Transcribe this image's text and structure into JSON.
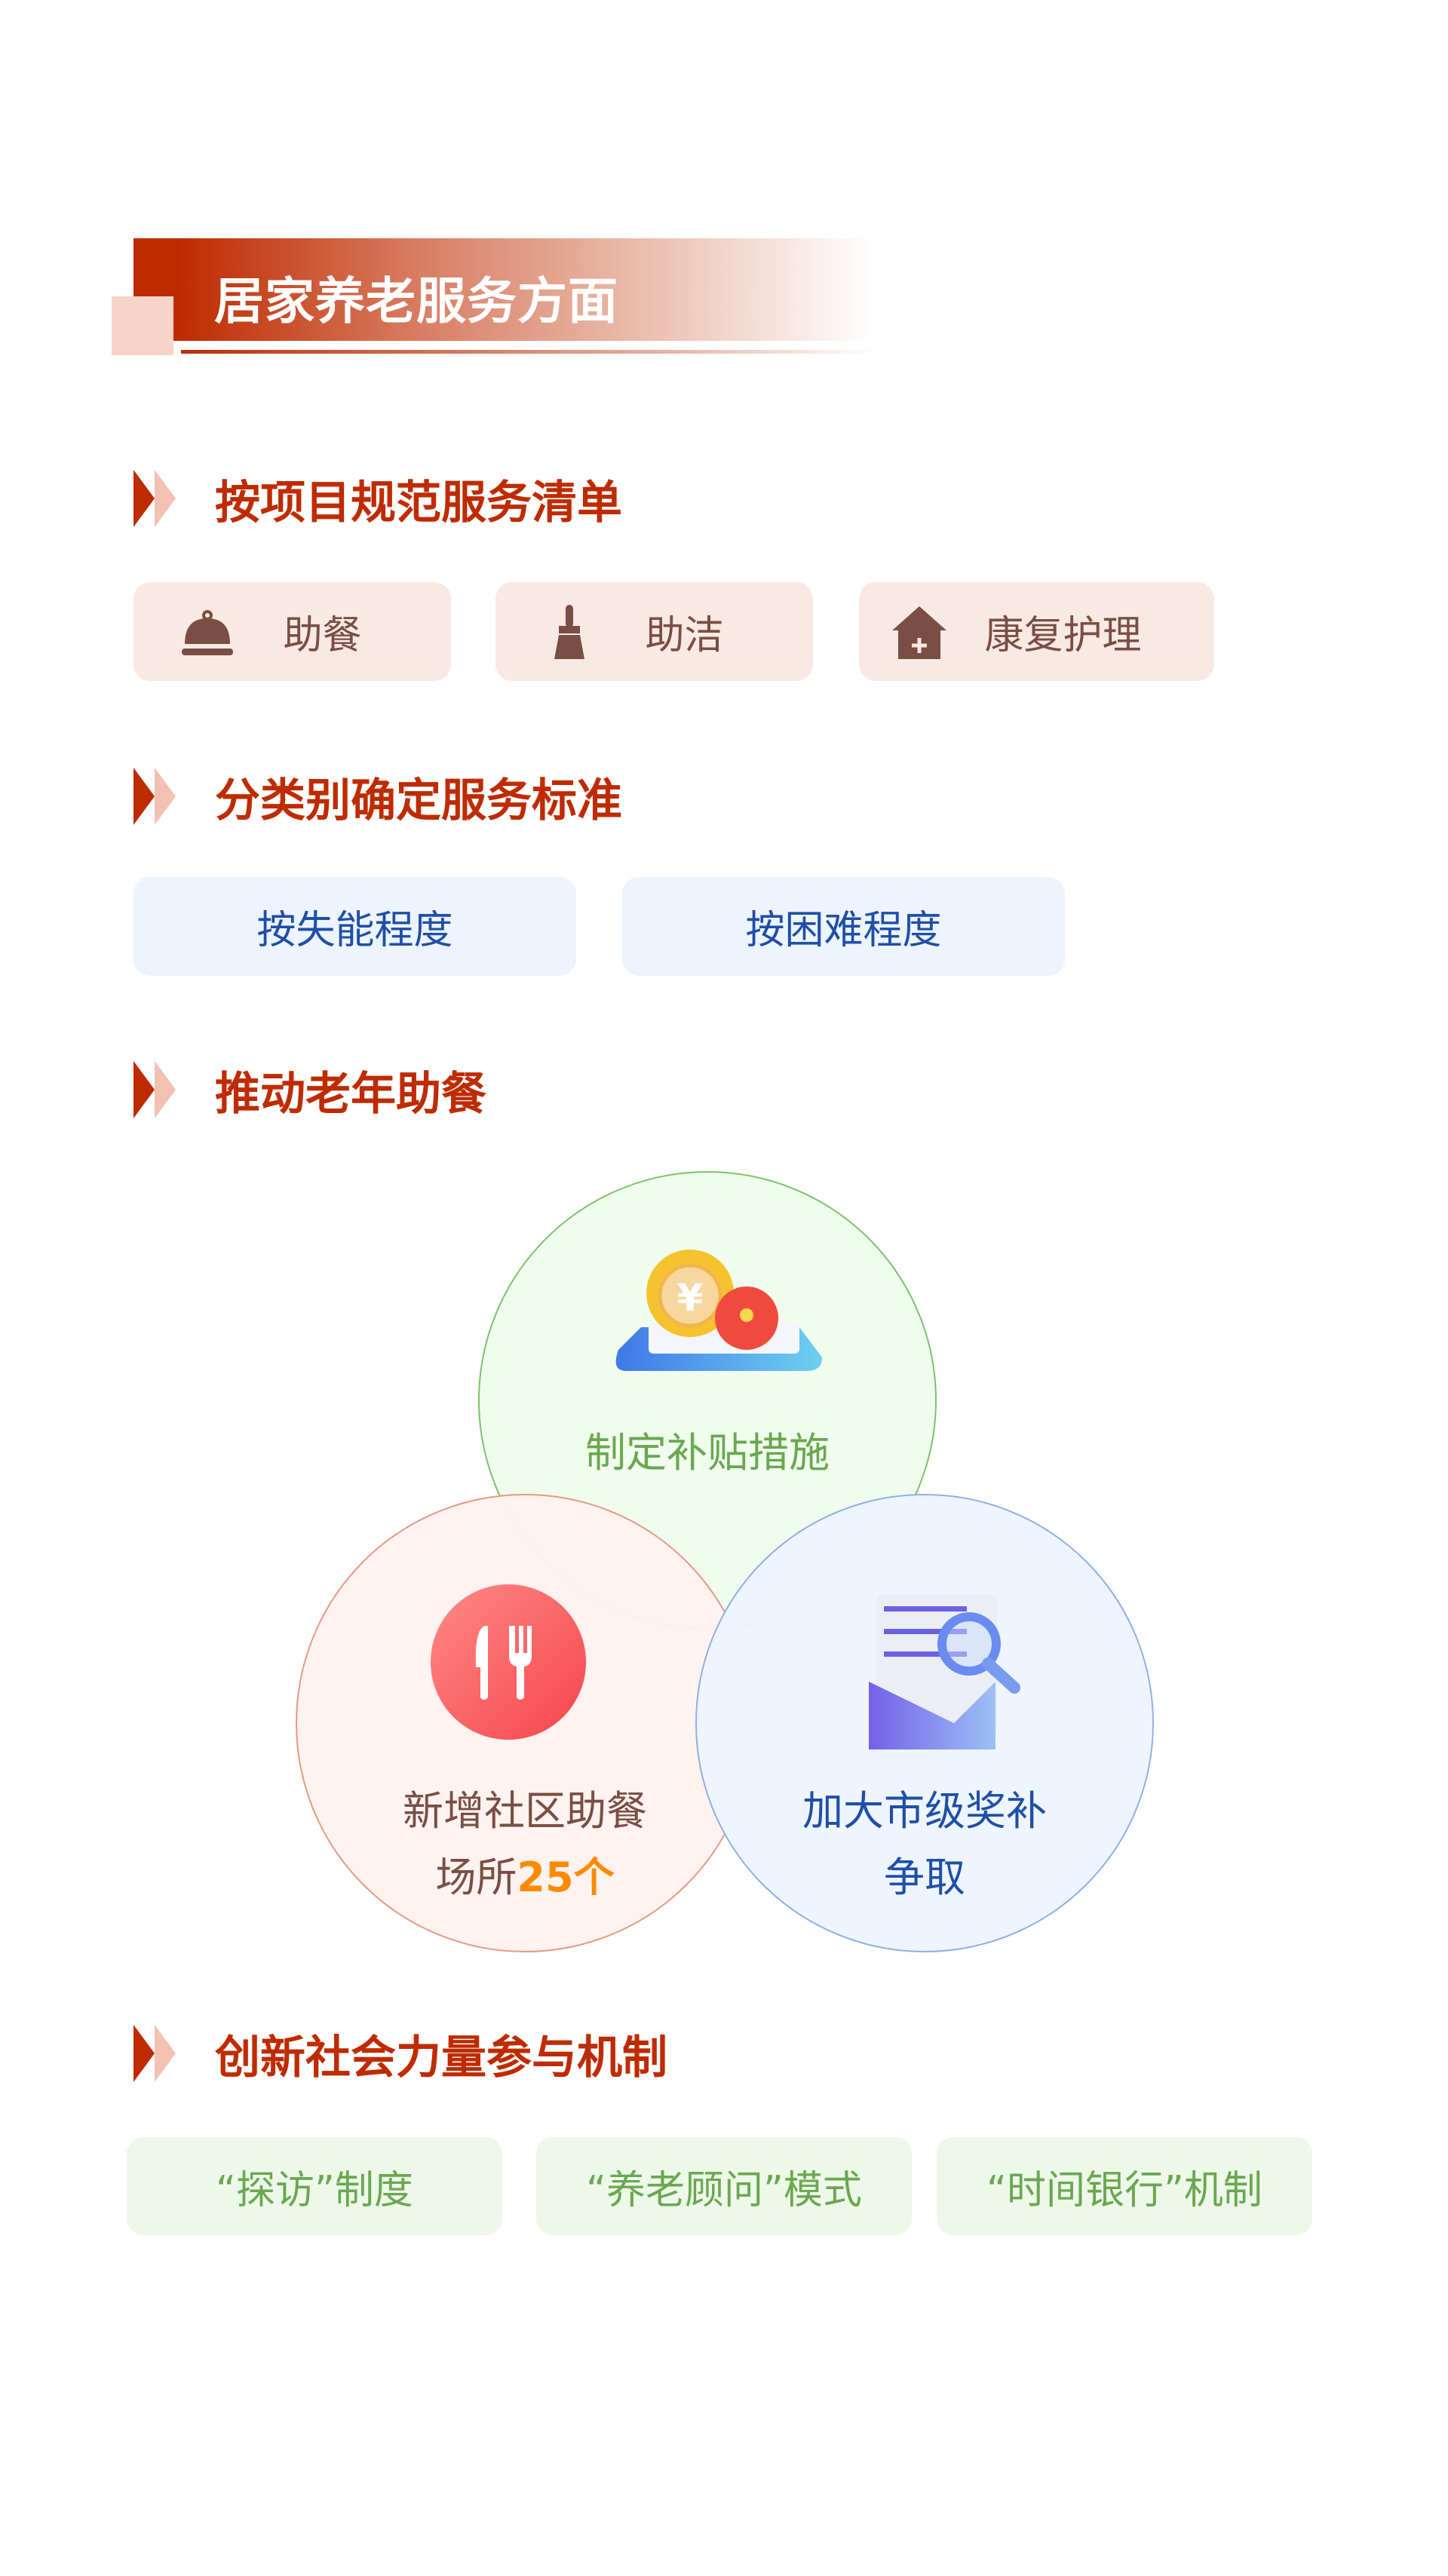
{
  "header": {
    "title": "居家养老服务方面"
  },
  "sections": [
    {
      "title": "按项目规范服务清单",
      "items": [
        {
          "label": "助餐",
          "icon": "cloche-icon"
        },
        {
          "label": "助洁",
          "icon": "broom-icon"
        },
        {
          "label": "康复护理",
          "icon": "house-plus-icon"
        }
      ]
    },
    {
      "title": "分类别确定服务标准",
      "items": [
        {
          "label": "按失能程度"
        },
        {
          "label": "按困难程度"
        }
      ]
    },
    {
      "title": "推动老年助餐",
      "circles": [
        {
          "label": "制定补贴措施",
          "icon": "subsidy-coin-icon"
        },
        {
          "line1": "新增社区助餐",
          "line2": "场所",
          "highlight": "25个",
          "icon": "knife-fork-icon"
        },
        {
          "line1": "加大市级奖补",
          "line2": "争取",
          "icon": "document-search-icon"
        }
      ]
    },
    {
      "title": "创新社会力量参与机制",
      "items": [
        {
          "label": "“探访”制度"
        },
        {
          "label": "“养老顾问”模式"
        },
        {
          "label": "“时间银行”机制"
        }
      ]
    }
  ],
  "colors": {
    "primary": "#bf2b00",
    "brown": "#7a4e44",
    "blue": "#1f4fa8",
    "green": "#6aa84f",
    "orange": "#ff8a00"
  }
}
